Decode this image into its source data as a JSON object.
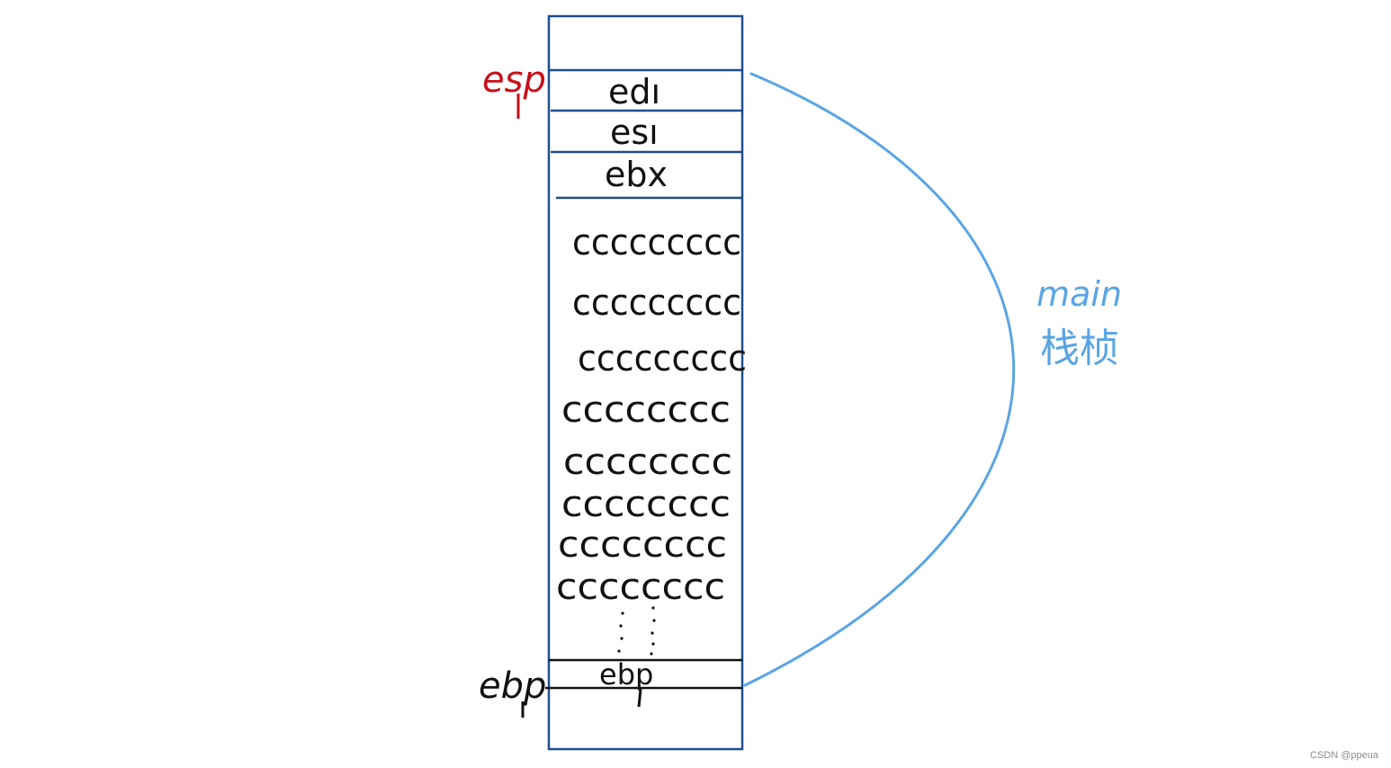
{
  "pointers": {
    "esp": "esp",
    "ebp": "ebp"
  },
  "slots": {
    "edi": "edı",
    "esi": "esı",
    "ebx": "ebx",
    "ebp": "ebp"
  },
  "fill_rows": [
    "ccccccccc",
    "ccccccccc",
    "ccccccccc",
    "cccccccc",
    "cccccccc",
    "cccccccc",
    "cccccccc",
    "cccccccc"
  ],
  "frame_label": {
    "line1": "main",
    "line2": "栈桢"
  },
  "watermark": "CSDN @ppeua",
  "colors": {
    "stack_border": "#1f4e8c",
    "text": "#111111",
    "esp_label": "#c8101a",
    "frame_brace": "#5aa5e4"
  }
}
